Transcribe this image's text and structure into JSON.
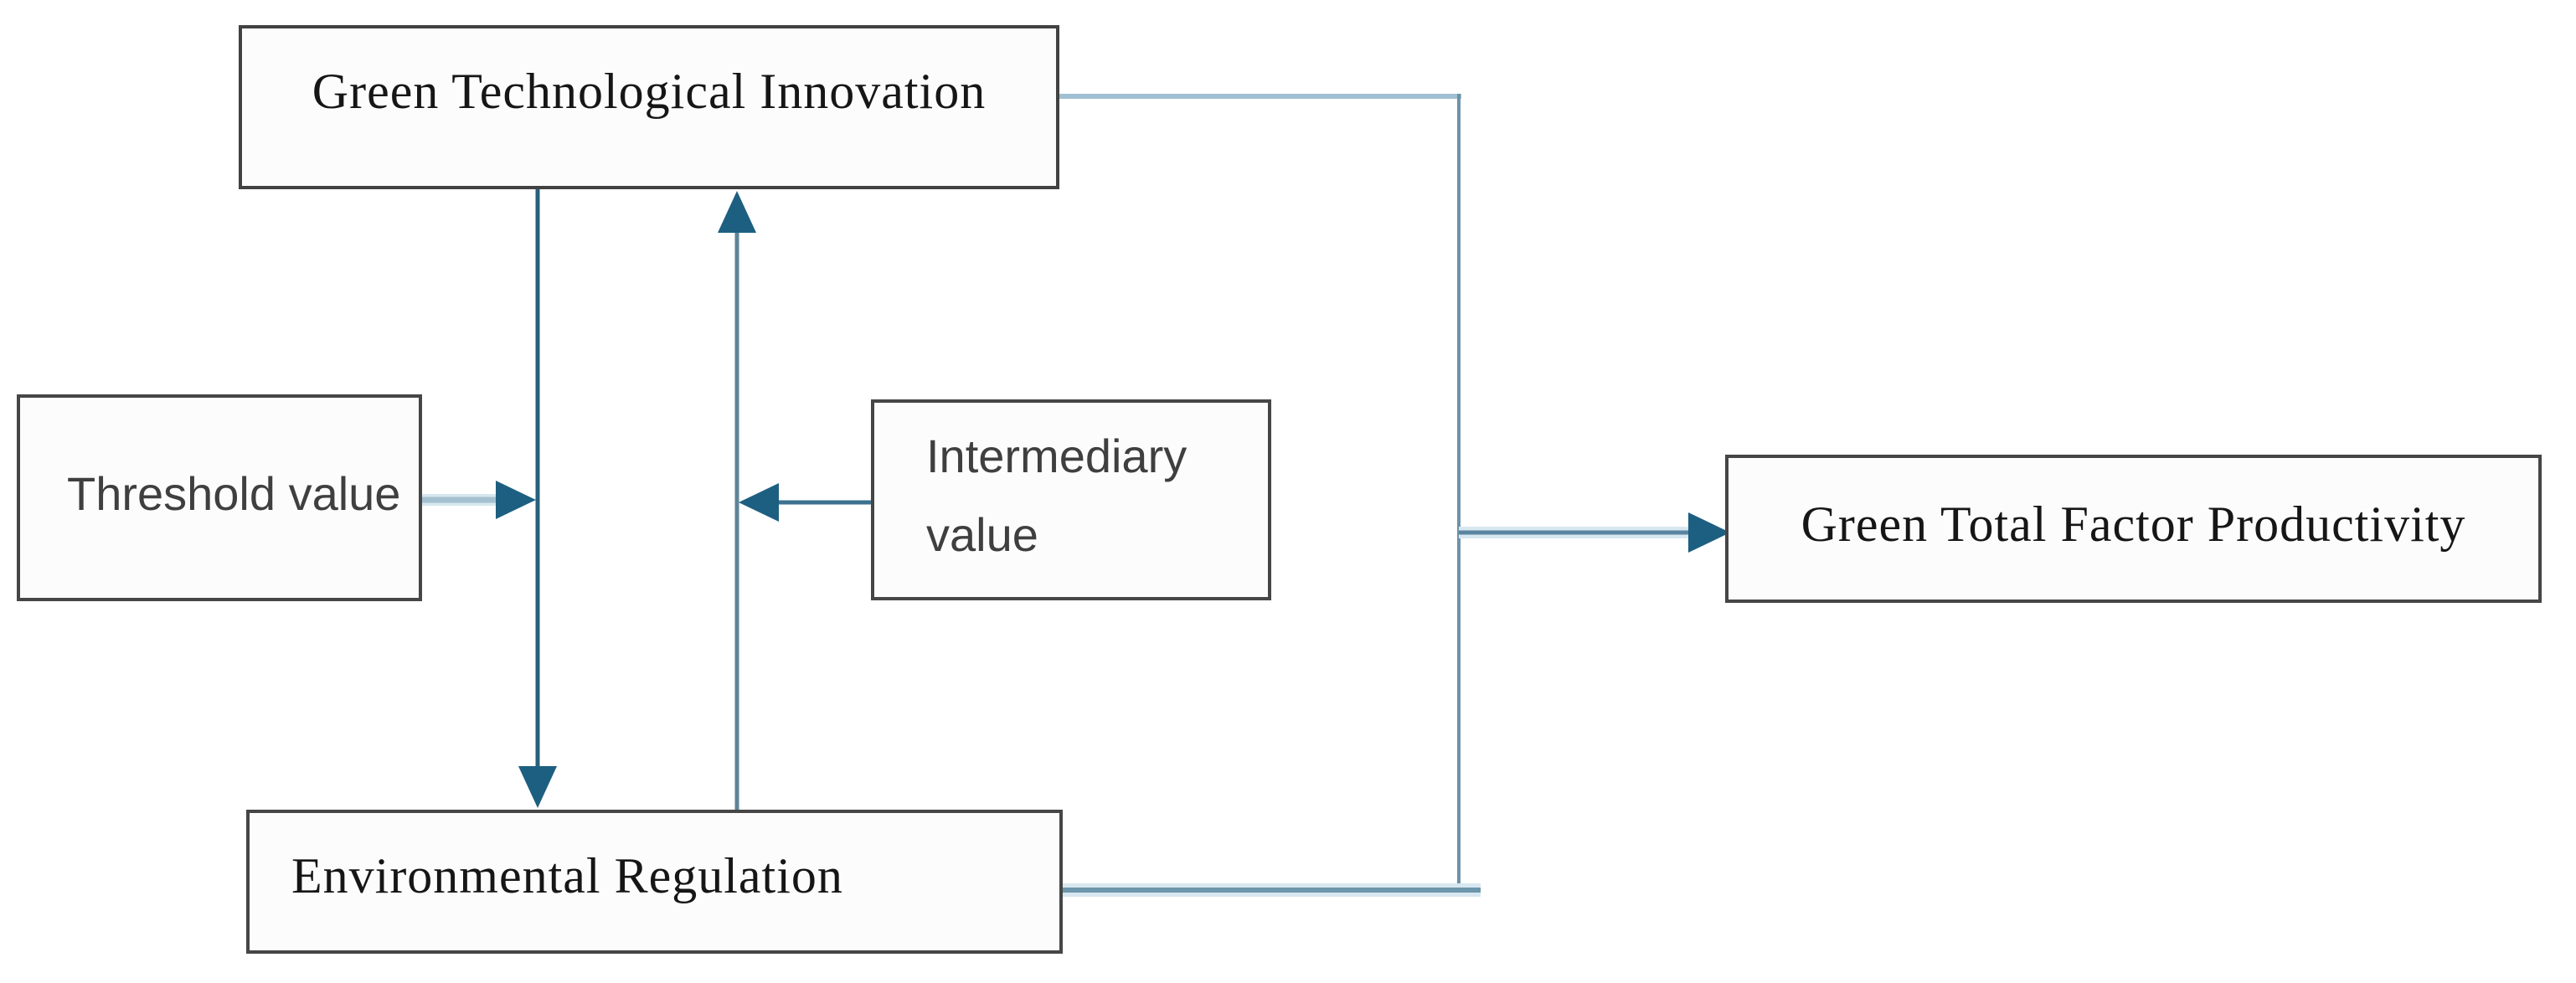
{
  "figure": {
    "type": "flow-diagram",
    "background": "#ffffff"
  },
  "palette": {
    "box_fill": "#fcfcfc",
    "box_border": "#464646",
    "serif_text": "#161616",
    "sans_text": "#3f3f3f",
    "arrowhead_dark": "#1d5f81",
    "line_dark": "#2a5f7c",
    "line_medium": "#4d7a94",
    "line_light": "#a2c0d2",
    "line_halo": "#d7e7f0"
  },
  "diagram": {
    "nodes": [
      {
        "id": "green-technological-innovation",
        "label": "Green Technological Innovation",
        "font": "serif"
      },
      {
        "id": "threshold-value",
        "label": "Threshold value",
        "font": "sans"
      },
      {
        "id": "intermediary-value",
        "label": "Intermediary value",
        "font": "sans"
      },
      {
        "id": "environmental-regulation",
        "label": "Environmental Regulation",
        "font": "serif"
      },
      {
        "id": "green-total-factor-productivity",
        "label": "Green Total Factor Productivity",
        "font": "serif"
      }
    ],
    "edges": [
      {
        "from": "green-technological-innovation",
        "to": "environmental-regulation",
        "direction": "down",
        "style": "solid-arrow"
      },
      {
        "from": "environmental-regulation",
        "to": "green-technological-innovation",
        "direction": "up",
        "style": "solid-arrow"
      },
      {
        "from": "threshold-value",
        "to": "link-gti-er",
        "direction": "right",
        "style": "solid-arrow"
      },
      {
        "from": "intermediary-value",
        "to": "link-er-gti",
        "direction": "left",
        "style": "solid-arrow"
      },
      {
        "from": "green-technological-innovation",
        "to": "green-total-factor-productivity",
        "direction": "right",
        "style": "elbow-shared-arrow"
      },
      {
        "from": "environmental-regulation",
        "to": "green-total-factor-productivity",
        "direction": "right",
        "style": "elbow-shared-arrow"
      }
    ]
  }
}
